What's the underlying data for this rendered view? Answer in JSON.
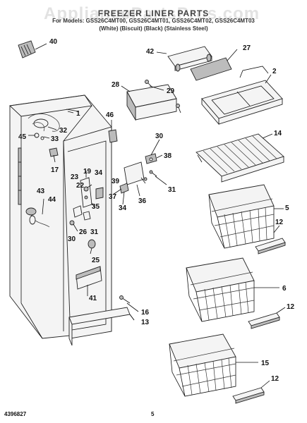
{
  "header": {
    "watermark": "AppliancePartsPros.com",
    "title": "FREEZER LINER PARTS",
    "models": "For Models: GSS26C4MT00, GSS26C4MT01, GSS26C4MT02, GSS26C4MT03",
    "colors": "(White)    (Biscuit)    (Black)    (Stainless Steel)"
  },
  "footer": {
    "doc_number": "4396827",
    "page_number": "5"
  },
  "callouts": [
    "40",
    "42",
    "27",
    "2",
    "1",
    "28",
    "29",
    "32",
    "45",
    "33",
    "46",
    "17",
    "30",
    "14",
    "38",
    "19",
    "34",
    "23",
    "22",
    "39",
    "43",
    "31",
    "44",
    "37",
    "36",
    "34",
    "5",
    "35",
    "12",
    "26",
    "30",
    "31",
    "25",
    "6",
    "12",
    "41",
    "16",
    "13",
    "15",
    "12"
  ]
}
